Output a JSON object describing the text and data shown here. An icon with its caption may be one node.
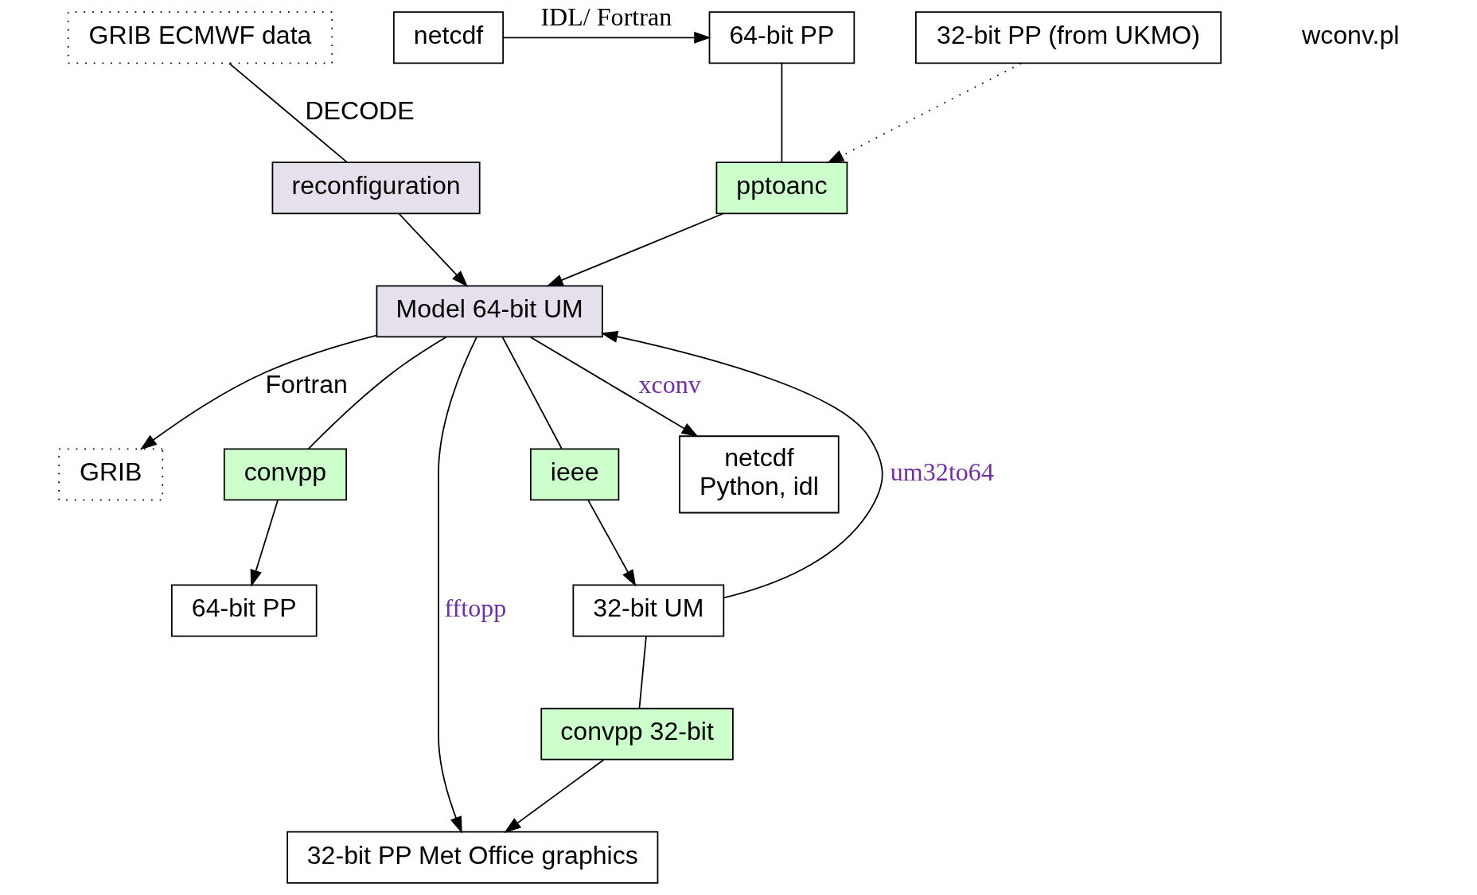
{
  "diagram": {
    "nodes": [
      {
        "text": [
          "GRIB ECMWF data"
        ]
      },
      {
        "text": [
          "reconfiguration"
        ]
      },
      {
        "text": [
          "Model 64-bit UM"
        ]
      },
      {
        "text": [
          "GRIB"
        ]
      },
      {
        "text": [
          "convpp"
        ]
      },
      {
        "text": [
          "64-bit PP"
        ]
      },
      {
        "text": [
          "32-bit PP Met Office graphics"
        ]
      },
      {
        "text": [
          "pptoanc"
        ]
      },
      {
        "text": [
          "netcdf"
        ]
      },
      {
        "text": [
          "64-bit PP"
        ]
      },
      {
        "text": [
          "32-bit PP (from UKMO)"
        ]
      },
      {
        "text": [
          "ieee"
        ]
      },
      {
        "text": [
          "32-bit UM"
        ]
      },
      {
        "text": [
          "convpp 32-bit"
        ]
      },
      {
        "text": [
          "netcdf",
          "Python, idl"
        ]
      }
    ],
    "edges": [
      {
        "from": 0,
        "to": 1,
        "arrow": "none",
        "label": "DECODE"
      },
      {
        "from": 1,
        "to": 2,
        "arrow": "to"
      },
      {
        "from": 2,
        "to": 3,
        "arrow": "to",
        "label": "Fortran"
      },
      {
        "from": 2,
        "to": 4,
        "arrow": "none"
      },
      {
        "from": 4,
        "to": 5,
        "arrow": "to"
      },
      {
        "from": 2,
        "to": 6,
        "arrow": "to",
        "label": "fftopp"
      },
      {
        "from": 2,
        "to": 14,
        "arrow": "to",
        "label": "xconv"
      },
      {
        "from": 9,
        "to": 7,
        "arrow": "none"
      },
      {
        "from": 7,
        "to": 2,
        "arrow": "to"
      },
      {
        "from": 10,
        "to": 7,
        "arrow": "to",
        "style": "dashed"
      },
      {
        "from": 12,
        "to": 2,
        "arrow": "to",
        "label": "um32to64"
      },
      {
        "from": 2,
        "to": 11,
        "arrow": "none"
      },
      {
        "from": 11,
        "to": 12,
        "arrow": "to"
      },
      {
        "from": 12,
        "to": 13,
        "arrow": "none"
      },
      {
        "from": 13,
        "to": 6,
        "arrow": "to"
      },
      {
        "from": 8,
        "to": 9,
        "arrow": "to",
        "label": "IDL/ Fortran"
      }
    ],
    "labels": [
      "wconv.pl"
    ]
  }
}
